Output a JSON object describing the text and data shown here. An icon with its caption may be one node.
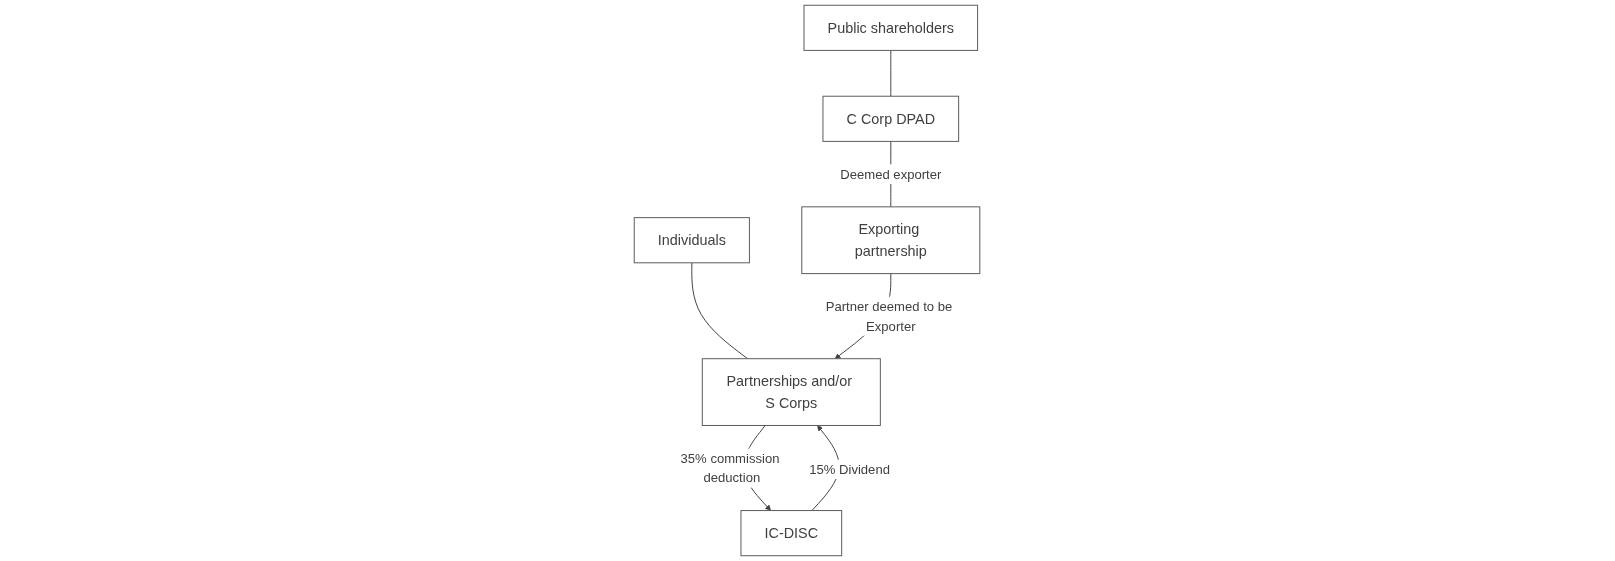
{
  "diagram": {
    "nodes": [
      {
        "text": [
          "Individuals"
        ]
      },
      {
        "text": [
          "Partnerships and/or S Corps"
        ]
      },
      {
        "text": [
          "IC-DISC"
        ]
      },
      {
        "text": [
          "Public shareholders"
        ]
      },
      {
        "text": [
          "C Corp DPAD"
        ]
      },
      {
        "text": [
          "Exporting partnership"
        ]
      }
    ],
    "edges": [
      {
        "from": 0,
        "to": 1,
        "arrow": "none"
      },
      {
        "from": 2,
        "to": 1,
        "arrow": "to",
        "label": "15% Dividend"
      },
      {
        "from": 1,
        "to": 2,
        "arrow": "to",
        "label": "35% commission deduction"
      },
      {
        "from": 5,
        "to": 1,
        "arrow": "to",
        "label": "Partner deemed to be Exporter"
      },
      {
        "from": 3,
        "to": 4,
        "arrow": "none"
      },
      {
        "from": 4,
        "to": 5,
        "arrow": "none",
        "label": "Deemed exporter"
      }
    ]
  }
}
